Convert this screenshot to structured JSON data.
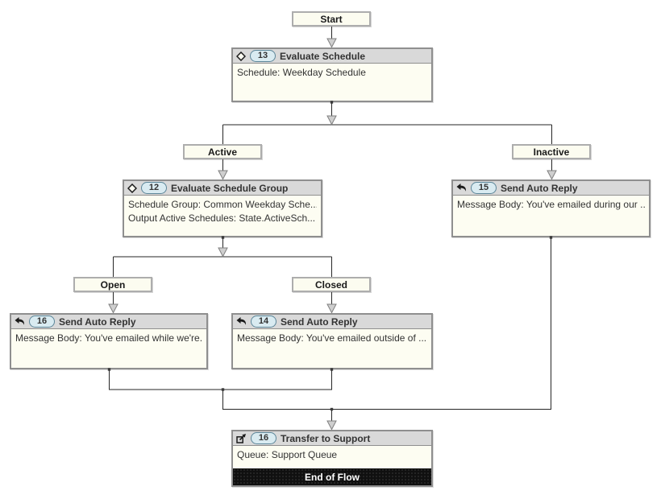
{
  "diagram": {
    "labels": {
      "start": "Start",
      "active": "Active",
      "inactive": "Inactive",
      "open": "Open",
      "closed": "Closed"
    },
    "nodes": {
      "evaluate_schedule": {
        "number": "13",
        "title": "Evaluate Schedule",
        "icon": "decision-diamond-icon",
        "body": [
          "Schedule: Weekday Schedule"
        ]
      },
      "evaluate_schedule_group": {
        "number": "12",
        "title": "Evaluate Schedule Group",
        "icon": "decision-diamond-icon",
        "body": [
          "Schedule Group: Common Weekday Sche...",
          "Output Active Schedules: State.ActiveSch..."
        ]
      },
      "send_auto_reply_inactive": {
        "number": "15",
        "title": "Send Auto Reply",
        "icon": "reply-arrow-icon",
        "body": [
          "Message Body: You've emailed during our ..."
        ]
      },
      "send_auto_reply_open": {
        "number": "16",
        "title": "Send Auto Reply",
        "icon": "reply-arrow-icon",
        "body": [
          "Message Body: You've emailed while we're..."
        ]
      },
      "send_auto_reply_closed": {
        "number": "14",
        "title": "Send Auto Reply",
        "icon": "reply-arrow-icon",
        "body": [
          "Message Body: You've emailed outside of ..."
        ]
      },
      "transfer_to_support": {
        "number": "16",
        "title": "Transfer to Support",
        "icon": "transfer-arrow-icon",
        "body": [
          "Queue: Support Queue"
        ],
        "footer": "End of Flow"
      }
    },
    "icons": {
      "decision-diamond-icon": "hollow diamond outline",
      "reply-arrow-icon": "solid left-curving reply arrow",
      "transfer-arrow-icon": "box with arrow exiting to upper right"
    },
    "colors": {
      "node_header_fill": "#d9d9d9",
      "node_body_fill": "#fdfdf2",
      "node_border": "#8f8f8f",
      "badge_fill": "#d9ebf1",
      "badge_border": "#5c8699",
      "connector_line": "#262626",
      "arrowhead_fill": "#cfcfcf",
      "end_of_flow_bar": "#101010"
    }
  }
}
